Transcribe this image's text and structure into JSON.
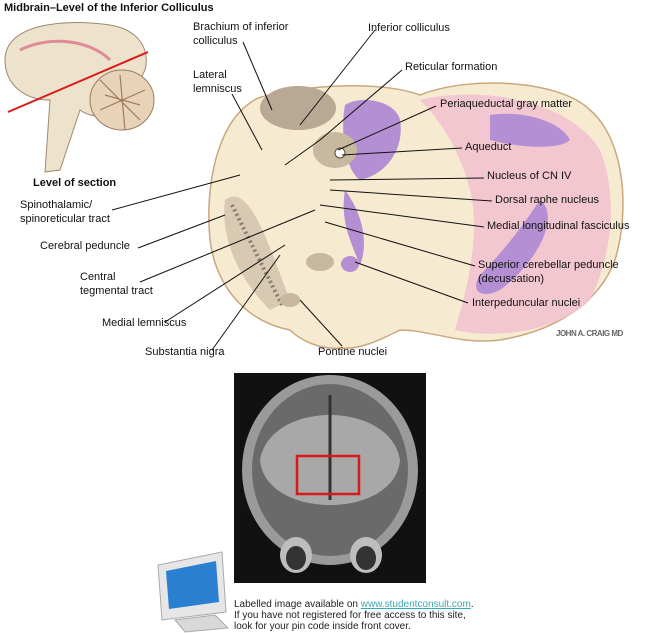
{
  "title": "Midbrain–Level of the Inferior Colliculus",
  "inset_caption": "Level of section",
  "labels": {
    "brachium": [
      "Brachium of inferior",
      "colliculus"
    ],
    "inferior_colliculus": "Inferior colliculus",
    "lateral_lemniscus": [
      "Lateral",
      "lemniscus"
    ],
    "reticular_formation": "Reticular formation",
    "periaqueductal": "Periaqueductal gray matter",
    "aqueduct": "Aqueduct",
    "cn4": "Nucleus of CN IV",
    "spinothalamic": [
      "Spinothalamic/",
      "spinoreticular tract"
    ],
    "dorsal_raphe": "Dorsal raphe nucleus",
    "mlf": "Medial longitudinal fasciculus",
    "cerebral_peduncle": "Cerebral peduncle",
    "central_tegmental": [
      "Central",
      "tegmental tract"
    ],
    "scp": [
      "Superior cerebellar peduncle",
      "(decussation)"
    ],
    "interpeduncular": "Interpeduncular nuclei",
    "medial_lemniscus": "Medial lemniscus",
    "substantia_nigra": "Substantia nigra",
    "pontine": "Pontine nuclei"
  },
  "signature": "JOHN A. CRAIG MD",
  "footer": {
    "line1_prefix": "Labelled image available on ",
    "link": "www.studentconsult.com",
    "line1_suffix": ".",
    "line2": "If you have not registered for free access to this site,",
    "line3": "look for your pin code inside front cover."
  },
  "colors": {
    "tissue": "#f6ead0",
    "purple": "#b58fd3",
    "pink": "#f0b8c8",
    "gray": "#b9a894",
    "red": "#d91a1a"
  }
}
